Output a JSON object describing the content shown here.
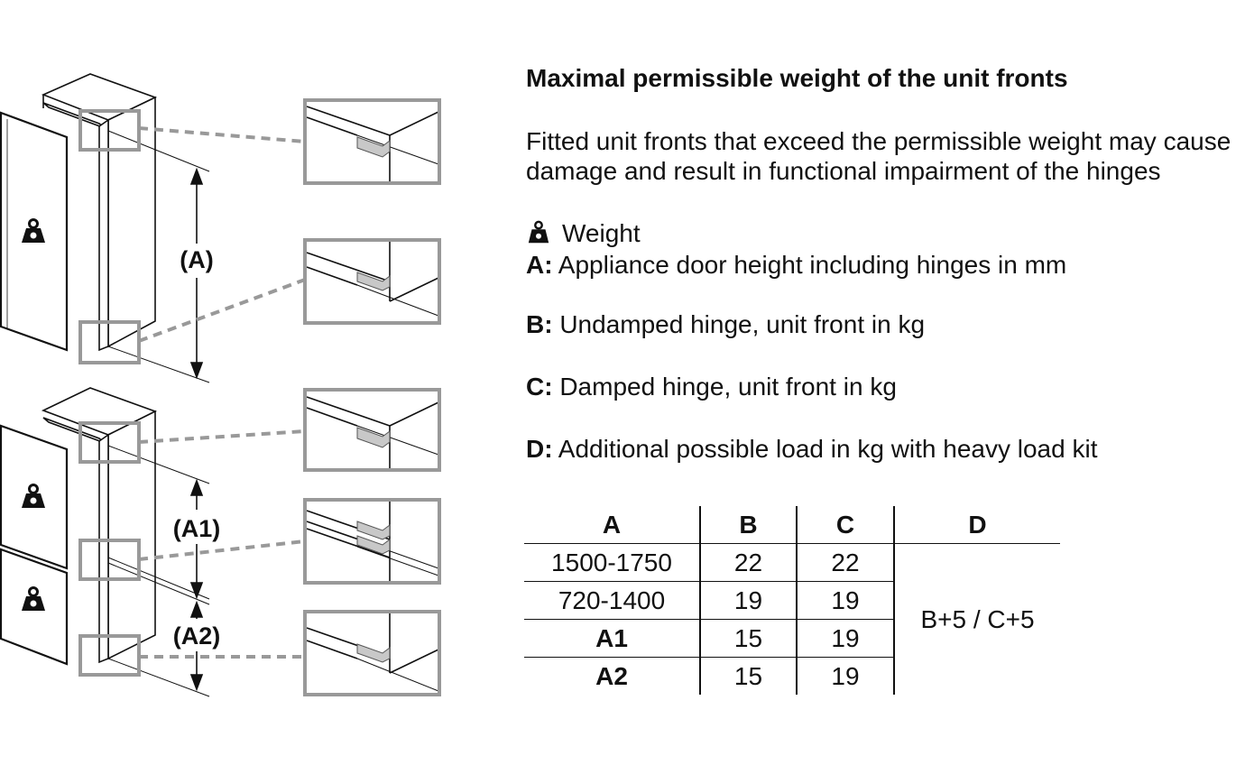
{
  "labels": {
    "a": "(A)",
    "a1": "(A1)",
    "a2": "(A2)"
  },
  "title": "Maximal permissible weight of the unit fronts",
  "paragraph": "Fitted unit fronts that exceed the permissible weight may cause damage and result in functional impairment of the hinges",
  "legend": {
    "weight": "Weight",
    "a_key": "A:",
    "a_text": "Appliance door height including hinges in mm",
    "b_key": "B:",
    "b_text": "Undamped hinge, unit front in kg",
    "c_key": "C:",
    "c_text": "Damped hinge, unit front in kg",
    "d_key": "D:",
    "d_text": "Additional possible load in kg with heavy load kit"
  },
  "table": {
    "headers": [
      "A",
      "B",
      "C",
      "D"
    ],
    "rows": [
      [
        "1500-1750",
        "22",
        "22"
      ],
      [
        "720-1400",
        "19",
        "19"
      ],
      [
        "A1",
        "15",
        "19"
      ],
      [
        "A2",
        "15",
        "19"
      ]
    ],
    "d_value": "B+5 / C+5"
  }
}
